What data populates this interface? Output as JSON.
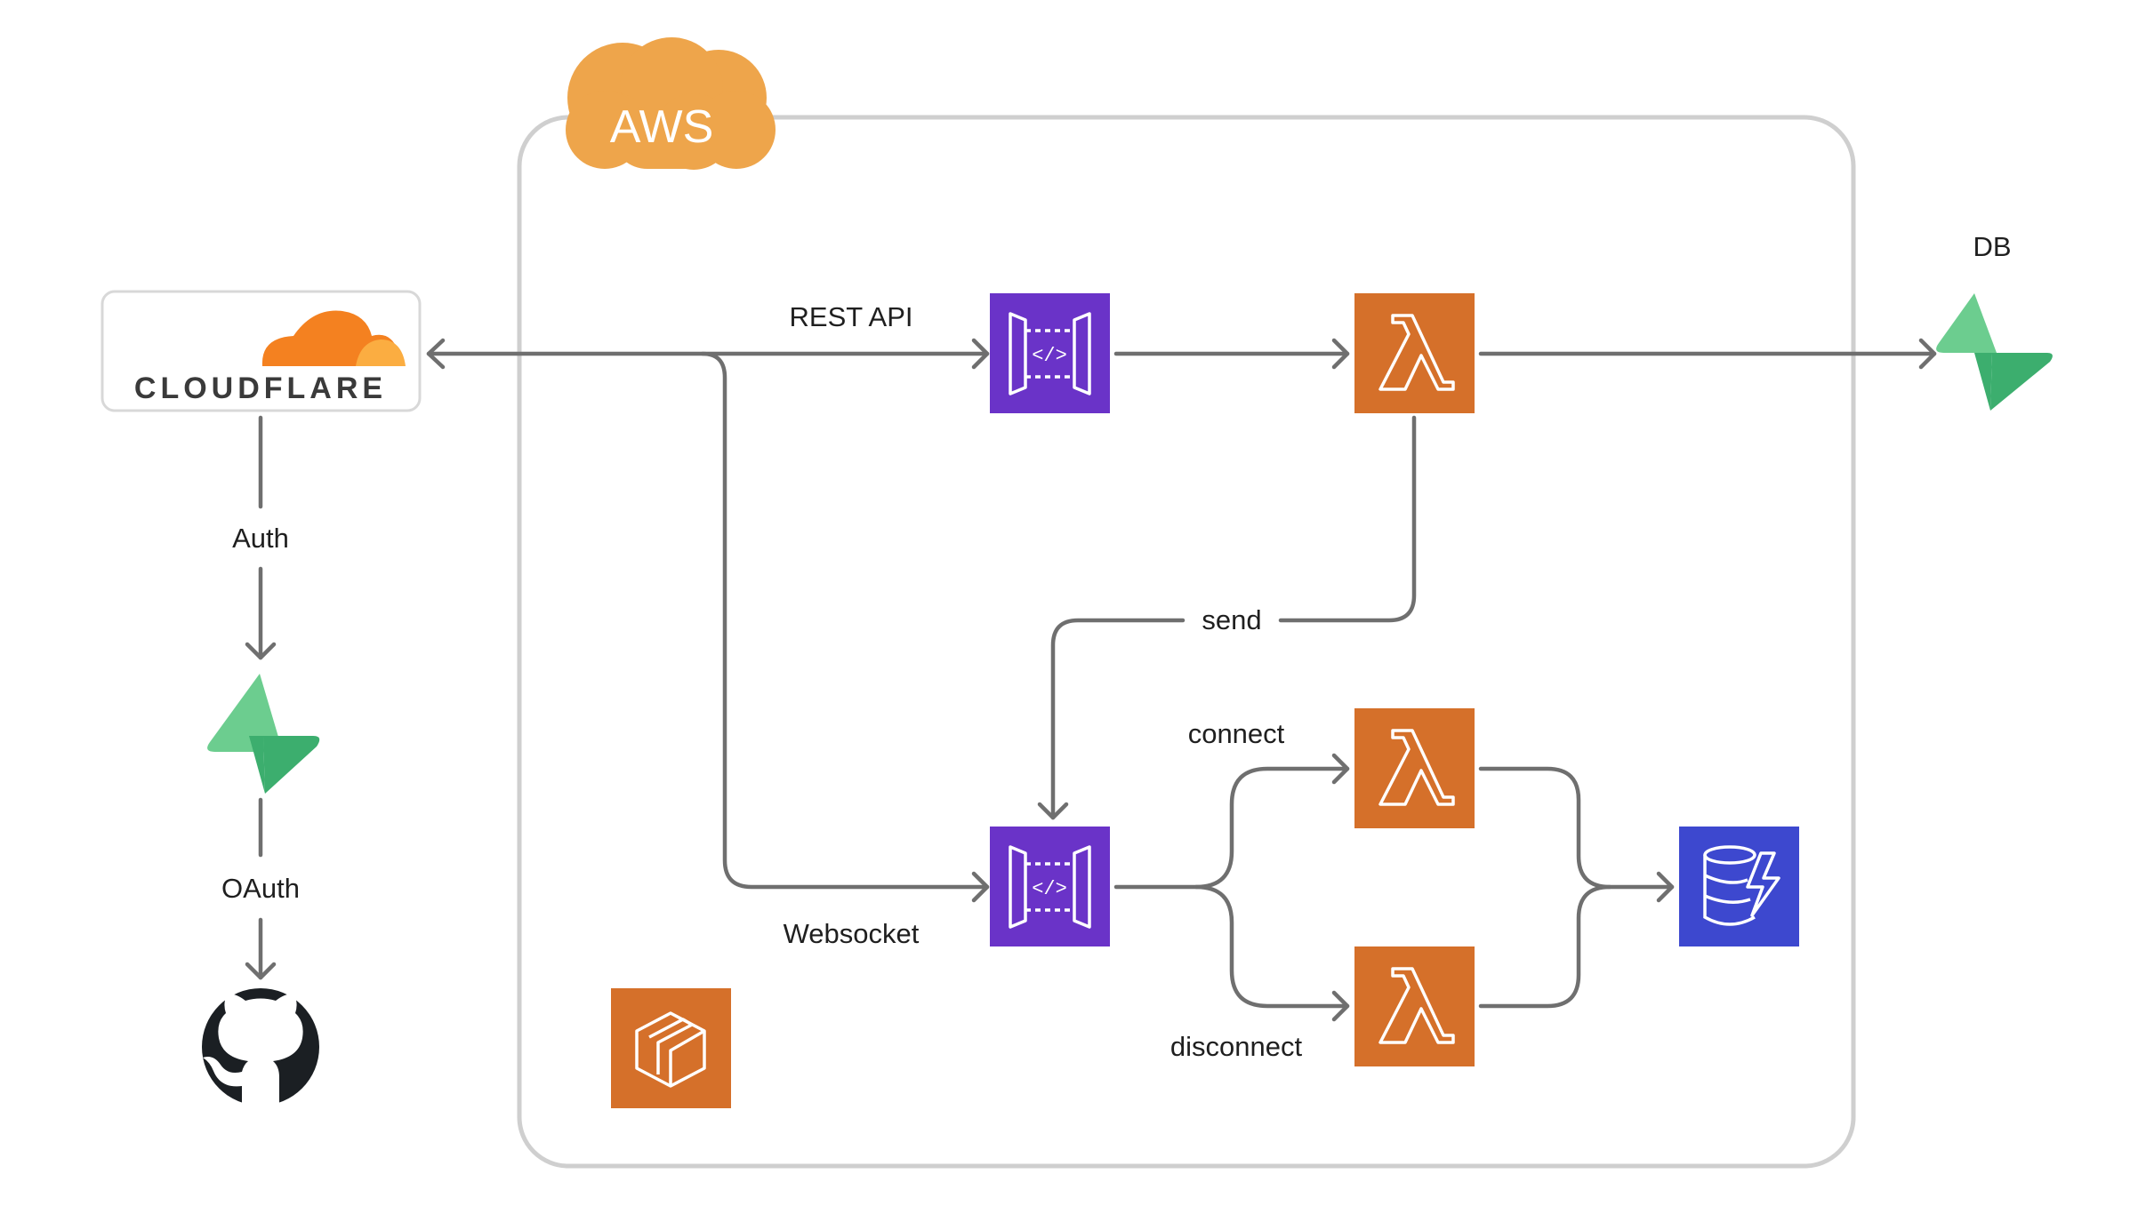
{
  "aws": {
    "label": "AWS"
  },
  "cloudflare": {
    "wordmark": "CLOUDFLARE"
  },
  "labels": {
    "rest_api": "REST API",
    "websocket": "Websocket",
    "send": "send",
    "connect": "connect",
    "disconnect": "disconnect",
    "db": "DB",
    "auth": "Auth",
    "oauth": "OAuth"
  },
  "colors": {
    "api_gateway": "#6A33C8",
    "lambda": "#D5702A",
    "dynamodb": "#3D48CF",
    "aws_cloud": "#EEA54B",
    "supabase_light": "#6CCD8F",
    "supabase_dark": "#3CAE6E",
    "github": "#1B1F23",
    "connector": "#6F6F6F",
    "container_border": "#CFCFCF"
  },
  "icons": [
    "cloudflare-logo",
    "supabase-icon",
    "github-icon",
    "api-gateway-icon",
    "lambda-icon",
    "dynamodb-icon",
    "aws-cloud-icon",
    "amplify-icon"
  ]
}
